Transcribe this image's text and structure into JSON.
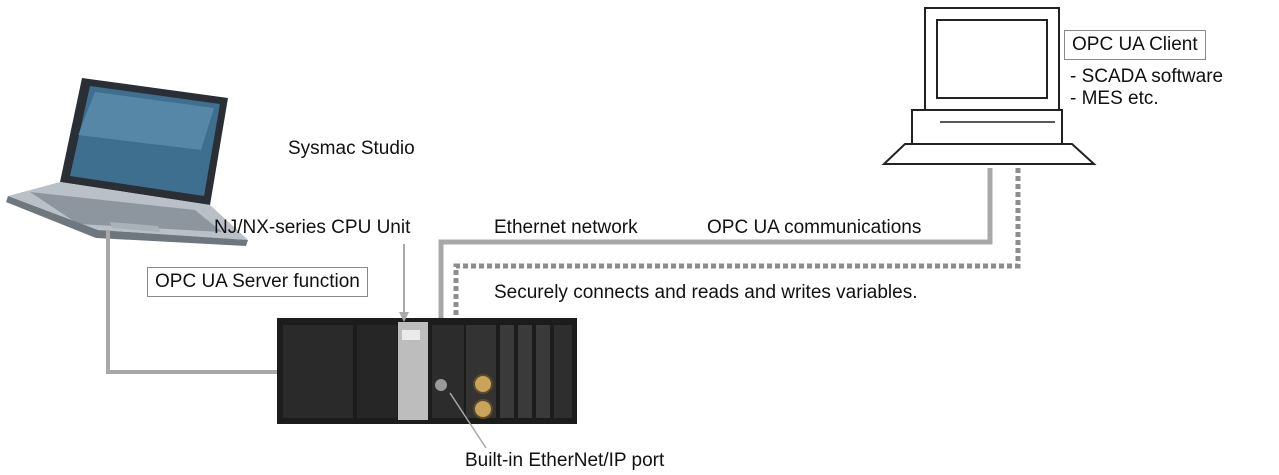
{
  "labels": {
    "sysmac_studio": "Sysmac Studio",
    "cpu_unit": "NJ/NX-series CPU Unit",
    "ethernet_network": "Ethernet network",
    "opc_ua_communications": "OPC UA communications",
    "opc_ua_server": "OPC UA Server function",
    "secure_connect": "Securely connects and reads and writes variables.",
    "builtin_port": "Built-in EtherNet/IP port",
    "opc_ua_client": "OPC UA Client",
    "client_items": [
      "- SCADA software",
      "- MES etc."
    ]
  },
  "colors": {
    "cable": "#a8a8a8",
    "dotted_line": "#8c8c8c",
    "laptop_screen": "#3f6f8f",
    "plc_body": "#1c1c1c"
  },
  "icons": [
    "laptop-icon",
    "desktop-computer-icon",
    "plc-controller-icon"
  ]
}
